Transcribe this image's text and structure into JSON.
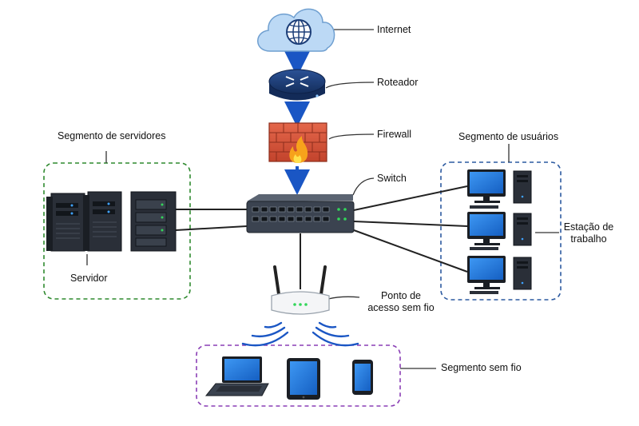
{
  "labels": {
    "internet": "Internet",
    "router": "Roteador",
    "firewall": "Firewall",
    "switch": "Switch",
    "server_segment": "Segmento de servidores",
    "server": "Servidor",
    "user_segment": "Segmento de usuários",
    "workstation_line1": "Estação de",
    "workstation_line2": "trabalho",
    "ap_line1": "Ponto de",
    "ap_line2": "acesso sem fio",
    "wireless_segment": "Segmento sem fio"
  },
  "colors": {
    "arrow": "#1a56c4",
    "server_segment_border": "#2f8a2f",
    "user_segment_border": "#2c5aa0",
    "wireless_segment_border": "#8a3fb5",
    "cloud_fill": "#bcd9f5",
    "router_fill": "#1d3e78",
    "firewall_fill": "#d8533a",
    "switch_fill": "#3b4350",
    "screen_fill": "#1f77e6"
  },
  "icons": [
    "cloud-globe-icon",
    "router-icon",
    "firewall-icon",
    "switch-icon",
    "server-icon",
    "desktop-computer-icon",
    "wireless-access-point-icon",
    "laptop-icon",
    "tablet-icon",
    "smartphone-icon"
  ]
}
